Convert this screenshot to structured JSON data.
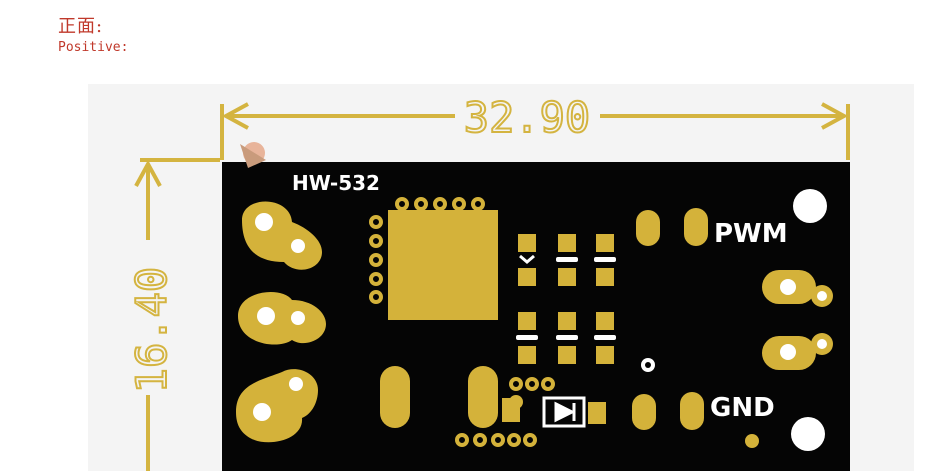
{
  "header": {
    "title_zh": "正面:",
    "title_en": "Positive:"
  },
  "dimensions": {
    "width": "32.90",
    "height": "16.40"
  },
  "board": {
    "model": "HW-532",
    "pin_top": "PWM",
    "pin_bottom": "GND"
  },
  "colors": {
    "pcb": "#050505",
    "pad": "#d4b23a",
    "dimension": "#d4b440",
    "heading": "#c0392b"
  }
}
